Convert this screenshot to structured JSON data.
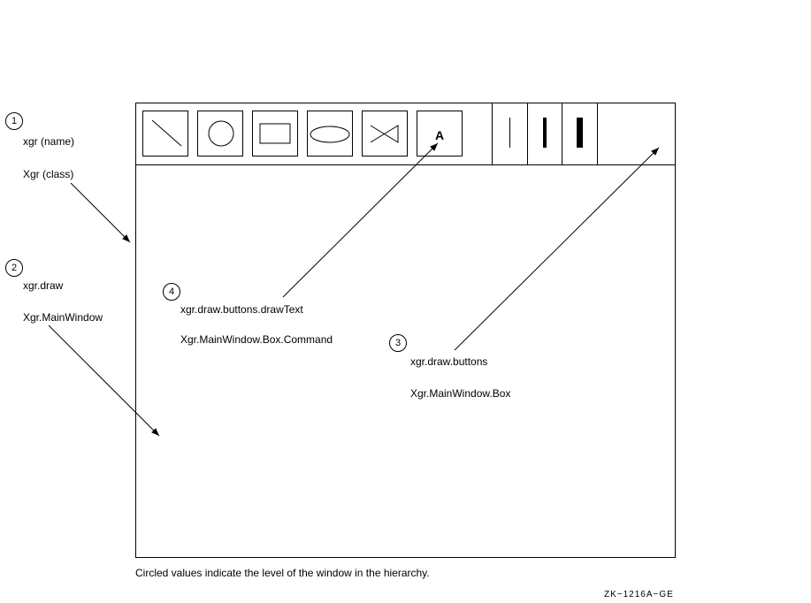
{
  "levels": [
    {
      "number": "1",
      "name": "xgr (name)",
      "class": "Xgr (class)"
    },
    {
      "number": "2",
      "name": "xgr.draw",
      "class": "Xgr.MainWindow"
    },
    {
      "number": "3",
      "name": "xgr.draw.buttons",
      "class": "Xgr.MainWindow.Box"
    },
    {
      "number": "4",
      "name": "xgr.draw.buttons.drawText",
      "class": "Xgr.MainWindow.Box.Command"
    }
  ],
  "buttons": [
    {
      "icon": "line-tool-icon"
    },
    {
      "icon": "circle-tool-icon"
    },
    {
      "icon": "rectangle-tool-icon"
    },
    {
      "icon": "ellipse-tool-icon"
    },
    {
      "icon": "bowtie-tool-icon"
    },
    {
      "icon": "text-tool-icon",
      "label": "A"
    }
  ],
  "line_weights": [
    "thin",
    "medium",
    "thick"
  ],
  "caption": "Circled values indicate the level of the window in the hierarchy.",
  "figure_id": "ZK−1216A−GE"
}
